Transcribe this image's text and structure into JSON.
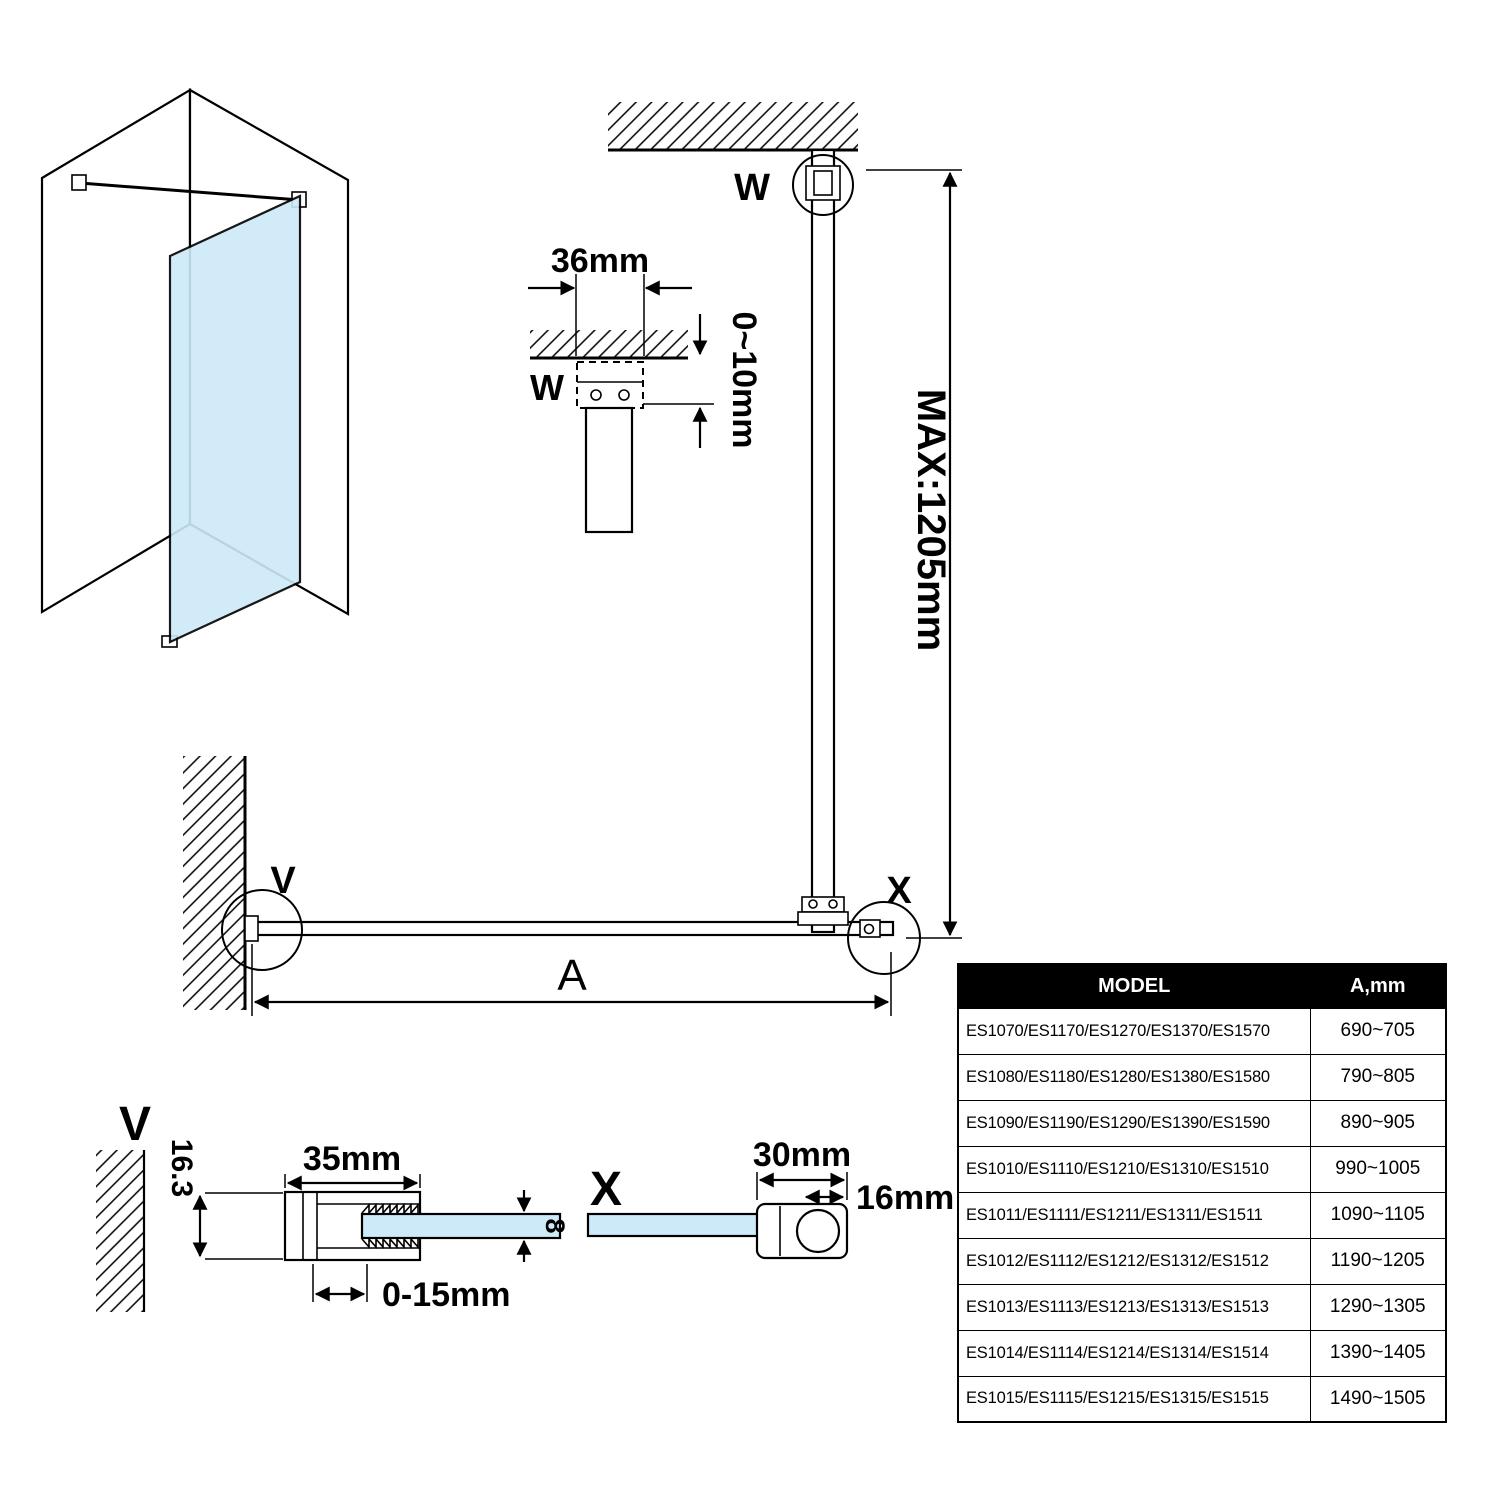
{
  "colors": {
    "glass_fill": "#cdeaf8",
    "line": "#000000",
    "table_header_bg": "#000000",
    "table_header_text": "#ffffff"
  },
  "detail_w": {
    "label": "W",
    "width_dim": "36mm",
    "gap_dim": "0~10mm"
  },
  "elevation": {
    "top_label": "W",
    "bottom_label": "X",
    "height_dim": "MAX:1205mm"
  },
  "plan": {
    "left_label": "V",
    "width_dim": "A"
  },
  "detail_v": {
    "label": "V",
    "profile_height_dim": "16.3",
    "profile_width_dim": "35mm",
    "glass_thickness_dim": "8",
    "adjust_dim": "0-15mm"
  },
  "detail_x": {
    "label": "X",
    "bar_width_dim": "30mm",
    "bar_depth_dim": "16mm"
  },
  "table": {
    "headers": [
      "MODEL",
      "A,mm"
    ],
    "rows": [
      {
        "model": "ES1070/ES1170/ES1270/ES1370/ES1570",
        "a_mm": "690~705"
      },
      {
        "model": "ES1080/ES1180/ES1280/ES1380/ES1580",
        "a_mm": "790~805"
      },
      {
        "model": "ES1090/ES1190/ES1290/ES1390/ES1590",
        "a_mm": "890~905"
      },
      {
        "model": "ES1010/ES1110/ES1210/ES1310/ES1510",
        "a_mm": "990~1005"
      },
      {
        "model": "ES1011/ES1111/ES1211/ES1311/ES1511",
        "a_mm": "1090~1105"
      },
      {
        "model": "ES1012/ES1112/ES1212/ES1312/ES1512",
        "a_mm": "1190~1205"
      },
      {
        "model": "ES1013/ES1113/ES1213/ES1313/ES1513",
        "a_mm": "1290~1305"
      },
      {
        "model": "ES1014/ES1114/ES1214/ES1314/ES1514",
        "a_mm": "1390~1405"
      },
      {
        "model": "ES1015/ES1115/ES1215/ES1315/ES1515",
        "a_mm": "1490~1505"
      }
    ]
  }
}
